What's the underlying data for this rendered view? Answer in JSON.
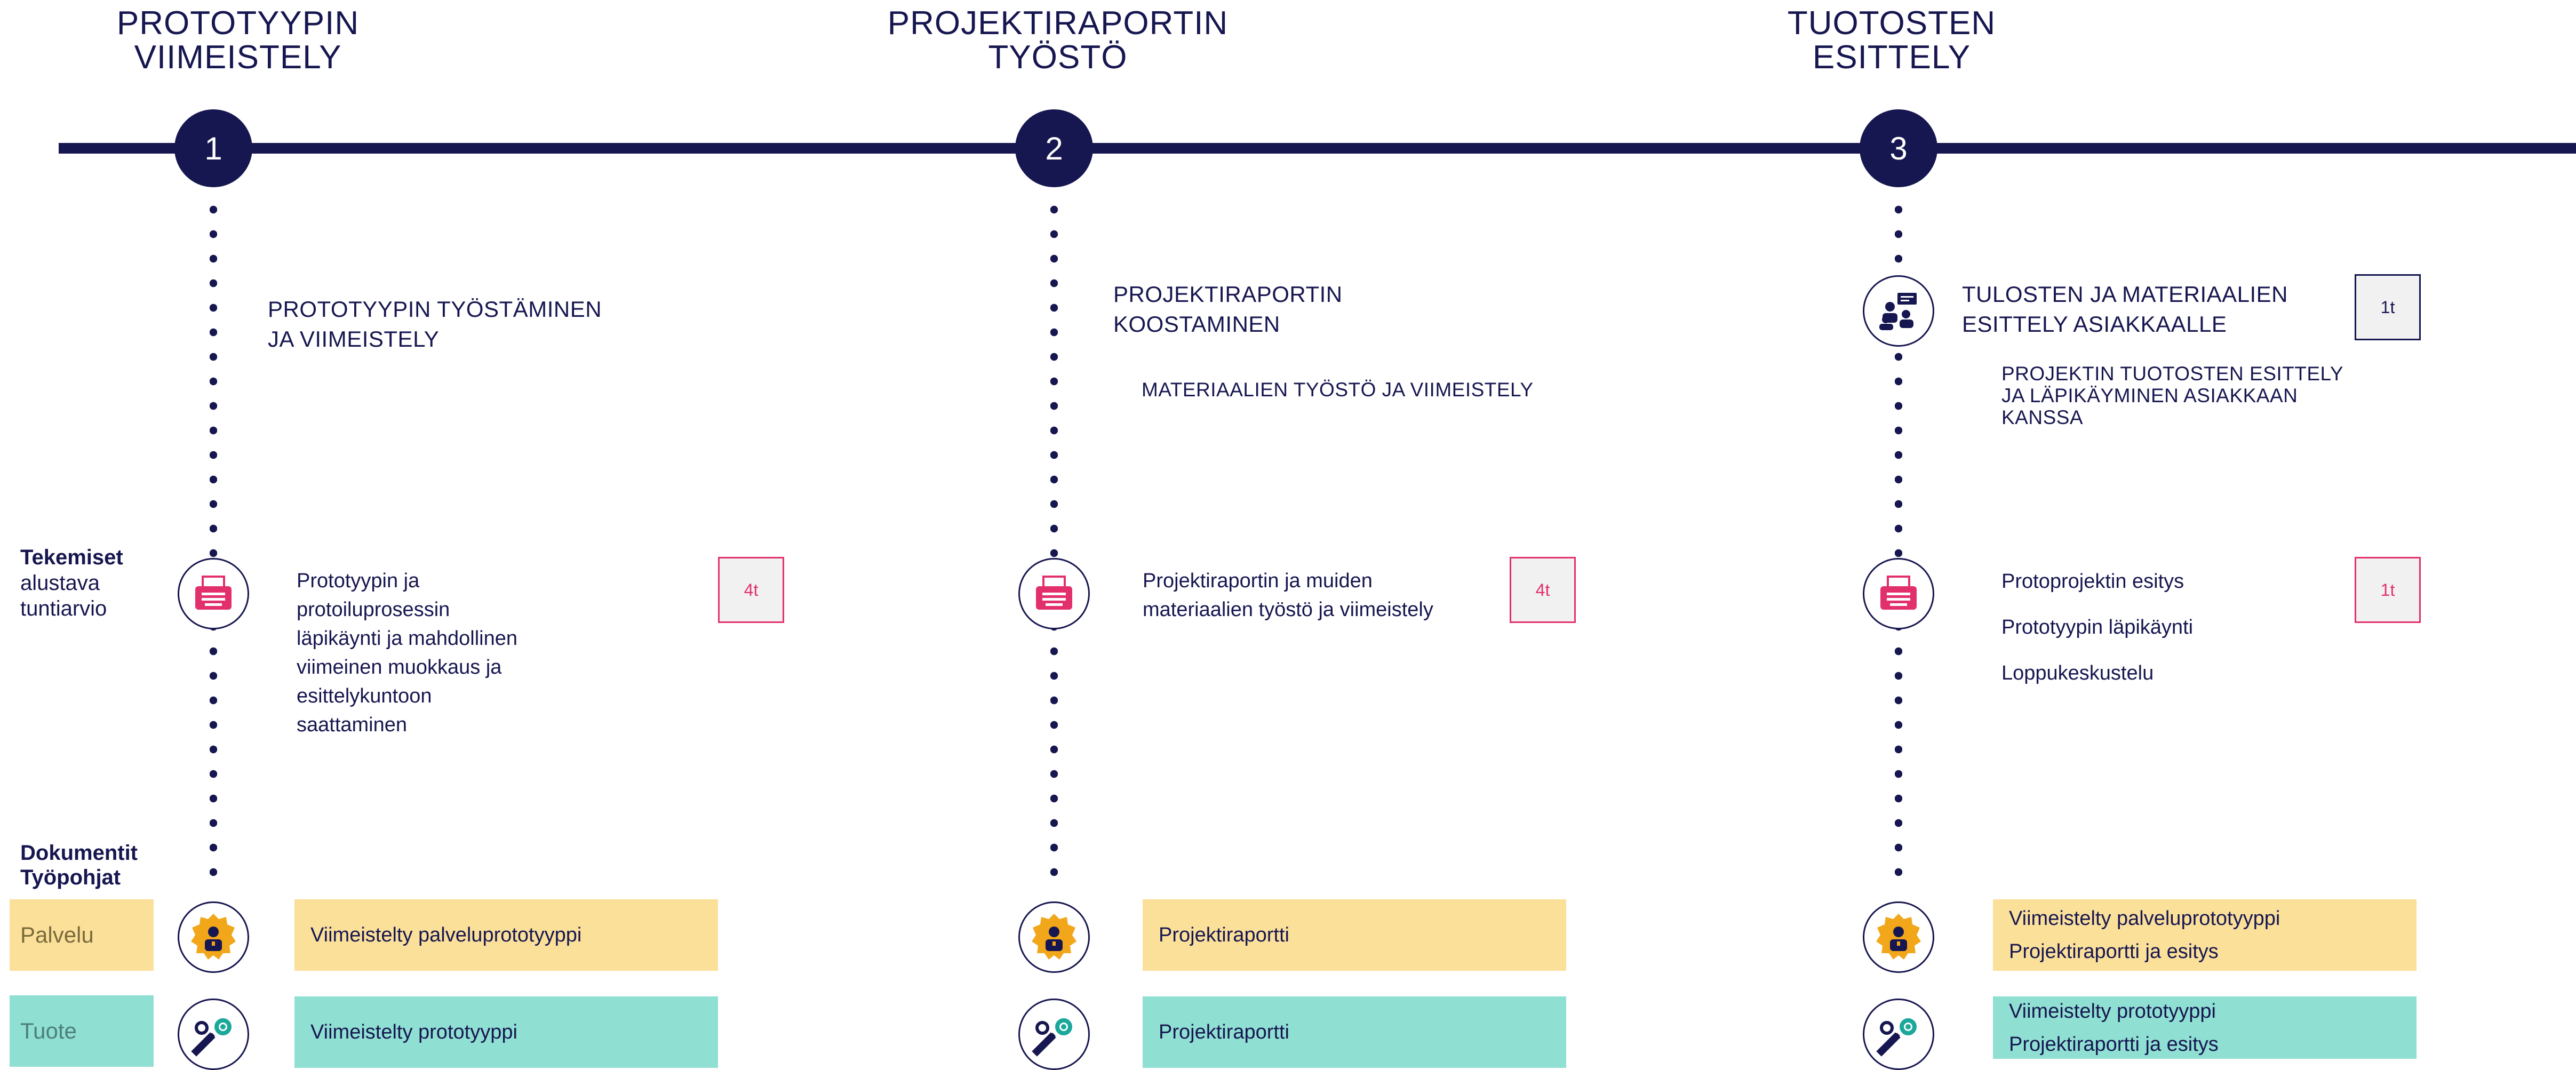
{
  "colors": {
    "navy": "#161650",
    "pink": "#e2306c",
    "yellow": "#fbe09a",
    "teal": "#8fdfd2"
  },
  "phases": [
    {
      "title": "PROTOTYYPIN\nVIIMEISTELY",
      "number": "1",
      "heading": "PROTOTYYPIN TYÖSTÄMINEN\nJA VIIMEISTELY",
      "subtext": "",
      "task": "Prototyypin ja\nprotoiluprosessin\nläpikäynti ja mahdollinen\nviimeinen muokkaus ja\nesittelykuntoon\nsaattaminen",
      "task_hours": "4t",
      "palvelu_docs": [
        "Viimeistelty palveluprototyyppi"
      ],
      "tuote_docs": [
        "Viimeistelty prototyyppi"
      ]
    },
    {
      "title": "PROJEKTIRAPORTIN\nTYÖSTÖ",
      "number": "2",
      "heading": "PROJEKTIRAPORTIN\nKOOSTAMINEN",
      "subtext": "MATERIAALIEN TYÖSTÖ JA VIIMEISTELY",
      "task": "Projektiraportin ja muiden\nmateriaalien työstö ja viimeistely",
      "task_hours": "4t",
      "palvelu_docs": [
        "Projektiraportti"
      ],
      "tuote_docs": [
        "Projektiraportti"
      ]
    },
    {
      "title": "TUOTOSTEN\nESITTELY",
      "number": "3",
      "heading": "TULOSTEN JA MATERIAALIEN\nESITTELY ASIAKKAALLE",
      "heading_hours": "1t",
      "subtext": "PROJEKTIN TUOTOSTEN ESITTELY\nJA LÄPIKÄYMINEN ASIAKKAAN\nKANSSA",
      "tasks": [
        "Protoprojektin esitys",
        "Prototyypin läpikäynti",
        "Loppukeskustelu"
      ],
      "task_hours": "1t",
      "palvelu_docs": [
        "Viimeistelty palveluprototyyppi",
        "Projektiraportti ja esitys"
      ],
      "tuote_docs": [
        "Viimeistelty prototyyppi",
        "Projektiraportti ja esitys"
      ]
    }
  ],
  "side_labels": {
    "tekemiset": "Tekemiset",
    "tekemiset_sub1": "alustava",
    "tekemiset_sub2": "tuntiarvio",
    "dokumentit": "Dokumentit",
    "tyopohjat": "Työpohjat"
  },
  "categories": {
    "palvelu": "Palvelu",
    "tuote": "Tuote"
  },
  "icons": {
    "task": "typewriter-icon",
    "presentation": "presentation-meeting-icon",
    "palvelu": "service-person-badge-icon",
    "tuote": "wrench-gear-icon"
  }
}
